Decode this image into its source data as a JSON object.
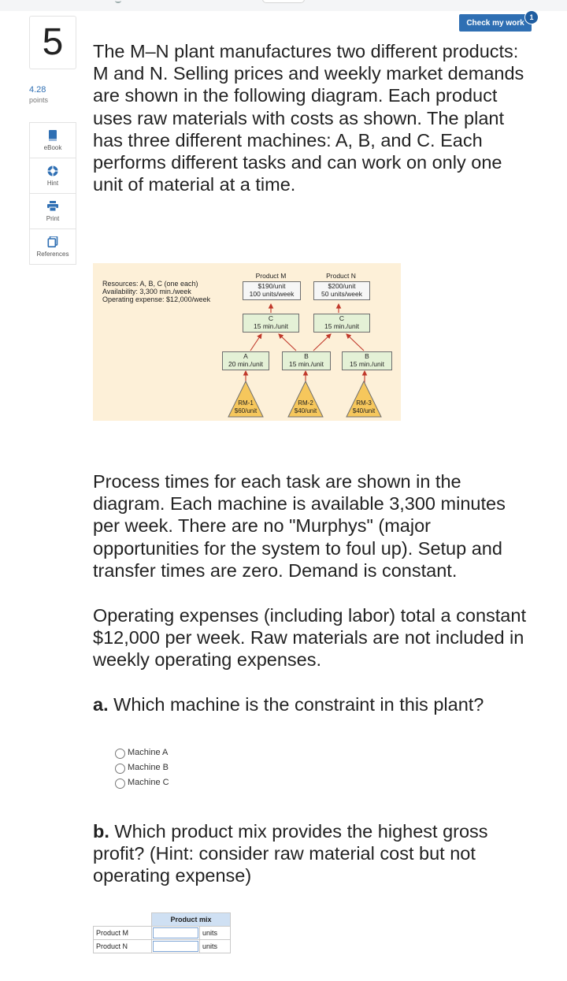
{
  "question": {
    "number": "5",
    "points_value": "4.28",
    "points_label": "points"
  },
  "tools": [
    {
      "label": "eBook",
      "icon": "book-icon"
    },
    {
      "label": "Hint",
      "icon": "lifebuoy-icon"
    },
    {
      "label": "Print",
      "icon": "printer-icon"
    },
    {
      "label": "References",
      "icon": "copy-icon"
    }
  ],
  "check_button": {
    "label": "Check my work",
    "badge": "1"
  },
  "paragraphs": {
    "intro": "The M–N plant manufactures two different products: M and N. Selling prices and weekly market demands are shown in the following diagram. Each product uses raw materials with costs as shown. The plant has three different machines: A, B, and C. Each performs different tasks and can work on only one unit of material at a time.",
    "process": "Process times for each task are shown in the diagram. Each machine is available 3,300 minutes per week. There are no \"Murphys\" (major opportunities for the system to foul up). Setup and transfer times are zero. Demand is constant.",
    "expenses": "Operating expenses (including labor) total a constant $12,000 per week. Raw materials are not included in weekly operating expenses."
  },
  "part_a": {
    "prefix": "a.",
    "text": " Which machine is the constraint in this plant?",
    "options": [
      "Machine A",
      "Machine B",
      "Machine C"
    ]
  },
  "part_b": {
    "prefix": "b.",
    "text": " Which product mix provides the highest gross profit? (Hint: consider raw material cost but not operating expense)"
  },
  "diagram": {
    "resources_line1": "Resources: A, B, C (one each)",
    "resources_line2": "Availability: 3,300 min./week",
    "resources_line3": "Operating expense: $12,000/week",
    "product_m": {
      "title": "Product M",
      "price": "$190/unit",
      "demand": "100 units/week"
    },
    "product_n": {
      "title": "Product N",
      "price": "$200/unit",
      "demand": "50 units/week"
    },
    "c_m": {
      "machine": "C",
      "time": "15 min./unit"
    },
    "c_n": {
      "machine": "C",
      "time": "15 min./unit"
    },
    "a1": {
      "machine": "A",
      "time": "20 min./unit"
    },
    "b1": {
      "machine": "B",
      "time": "15 min./unit"
    },
    "b2": {
      "machine": "B",
      "time": "15 min./unit"
    },
    "rm1": {
      "name": "RM-1",
      "cost": "$60/unit"
    },
    "rm2": {
      "name": "RM-2",
      "cost": "$40/unit"
    },
    "rm3": {
      "name": "RM-3",
      "cost": "$40/unit"
    }
  },
  "product_mix": {
    "header": "Product mix",
    "rows": [
      {
        "label": "Product M",
        "unit": "units"
      },
      {
        "label": "Product N",
        "unit": "units"
      }
    ]
  }
}
